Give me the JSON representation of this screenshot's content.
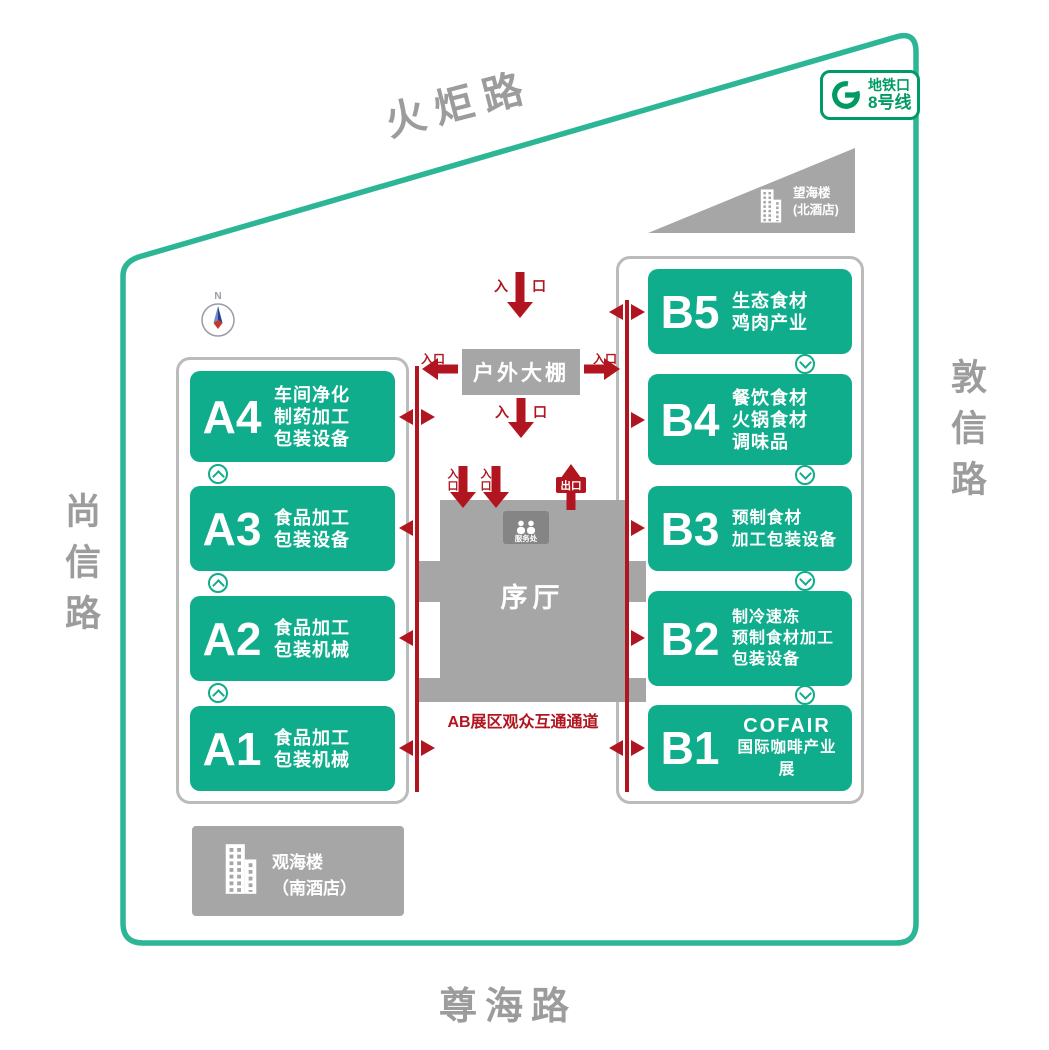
{
  "colors": {
    "border_teal": "#2CB695",
    "hall_green": "#0FAD8B",
    "structure_gray": "#A6A6A6",
    "route_red": "#B11620",
    "metro_green": "#009B63",
    "road_gray": "#9C9C9C"
  },
  "roads": {
    "top": "火炬路",
    "right": "敦信路",
    "left": "尚信路",
    "bottom": "尊海路"
  },
  "metro": {
    "station": "地铁口",
    "line": "8号线"
  },
  "north_hotel": {
    "name": "望海楼",
    "sub": "(北酒店)"
  },
  "south_hotel": {
    "name": "观海楼",
    "sub": "（南酒店）"
  },
  "compass": {
    "label": "N"
  },
  "outdoor_shed": {
    "label": "户外大棚"
  },
  "lobby": {
    "label": "序厅"
  },
  "service_desk": {
    "label": "服务处"
  },
  "corridor": {
    "label": "AB展区观众互通通道"
  },
  "signs": {
    "entrance": "入口",
    "entrance_char_left": "入",
    "entrance_char_right": "口",
    "exit": "出口"
  },
  "halls_a": [
    {
      "id": "A4",
      "lines": [
        "车间净化",
        "制药加工",
        "包装设备"
      ]
    },
    {
      "id": "A3",
      "lines": [
        "食品加工",
        "包装设备"
      ]
    },
    {
      "id": "A2",
      "lines": [
        "食品加工",
        "包装机械"
      ]
    },
    {
      "id": "A1",
      "lines": [
        "食品加工",
        "包装机械"
      ]
    }
  ],
  "halls_b": [
    {
      "id": "B5",
      "lines": [
        "生态食材",
        "鸡肉产业"
      ]
    },
    {
      "id": "B4",
      "lines": [
        "餐饮食材",
        "火锅食材",
        "调味品"
      ]
    },
    {
      "id": "B3",
      "lines": [
        "预制食材",
        "加工包装设备"
      ]
    },
    {
      "id": "B2",
      "lines": [
        "制冷速冻",
        "预制食材加工",
        "包装设备"
      ]
    },
    {
      "id": "B1",
      "lines": [
        "COFAIR",
        "国际咖啡产业展"
      ]
    }
  ]
}
